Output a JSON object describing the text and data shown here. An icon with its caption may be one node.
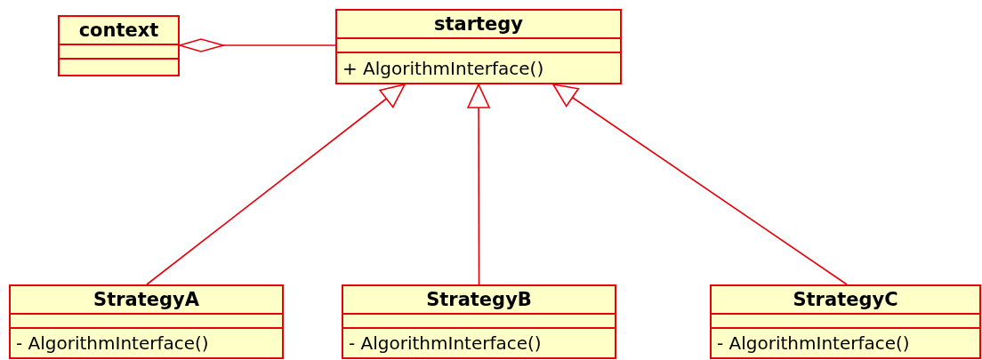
{
  "diagram": {
    "nodes": [
      {
        "text": [
          "context"
        ]
      },
      {
        "text": [
          "startegy",
          "+ AlgorithmInterface()"
        ]
      },
      {
        "text": [
          "StrategyA",
          "- AlgorithmInterface()"
        ]
      },
      {
        "text": [
          "StrategyB",
          "- AlgorithmInterface()"
        ]
      },
      {
        "text": [
          "StrategyC",
          "- AlgorithmInterface()"
        ]
      }
    ],
    "edges": [
      {
        "from": 0,
        "to": 1,
        "arrow": "other"
      },
      {
        "from": 2,
        "to": 1,
        "arrow": "to"
      },
      {
        "from": 3,
        "to": 1,
        "arrow": "to"
      },
      {
        "from": 4,
        "to": 1,
        "arrow": "to"
      }
    ]
  }
}
